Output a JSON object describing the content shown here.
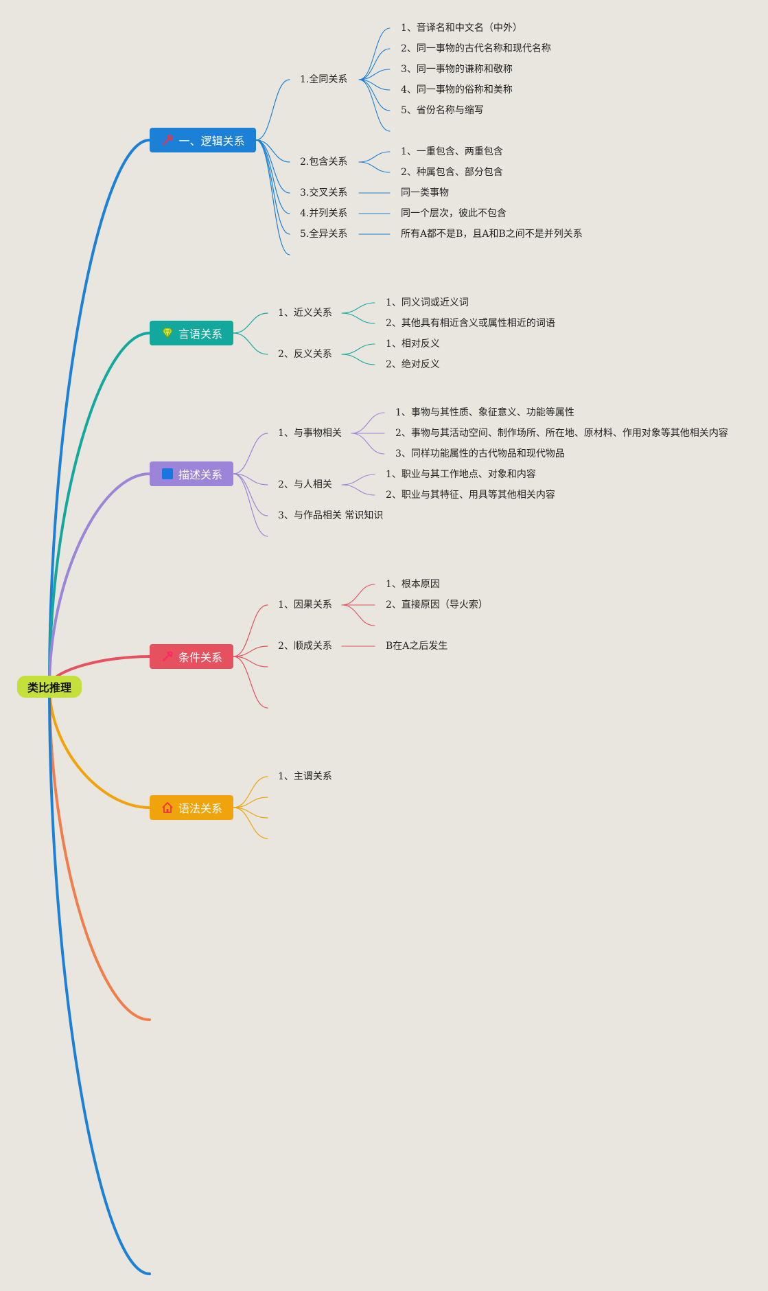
{
  "root": {
    "label": "类比推理",
    "color": "#c5e03a"
  },
  "categories": [
    {
      "label": "一、逻辑关系",
      "icon": "tools-icon",
      "color": "#1b80d6",
      "children": [
        {
          "label": "1.全同关系",
          "children": [
            "1、音译名和中文名（中外）",
            "2、同一事物的古代名称和现代名称",
            "3、同一事物的谦称和敬称",
            "4、同一事物的俗称和美称",
            "5、省份名称与缩写"
          ]
        },
        {
          "label": "2.包含关系",
          "children": [
            "1、一重包含、两重包含",
            "2、种属包含、部分包含"
          ]
        },
        {
          "label": "3.交叉关系",
          "children": [
            "同一类事物"
          ]
        },
        {
          "label": "4.并列关系",
          "children": [
            "同一个层次，彼此不包含"
          ]
        },
        {
          "label": "5.全异关系",
          "children": [
            "所有A都不是B，且A和B之间不是并列关系"
          ]
        }
      ]
    },
    {
      "label": "言语关系",
      "icon": "diamond-icon",
      "color": "#13a89e",
      "children": [
        {
          "label": "1、近义关系",
          "children": [
            "1、同义词或近义词",
            "2、其他具有相近含义或属性相近的词语"
          ]
        },
        {
          "label": "2、反义关系",
          "children": [
            "1、相对反义",
            "2、绝对反义"
          ]
        }
      ]
    },
    {
      "label": "描述关系",
      "icon": "blue-square-icon",
      "color": "#9c84d8",
      "children": [
        {
          "label": "1、与事物相关",
          "children": [
            "1、事物与其性质、象征意义、功能等属性",
            "2、事物与其活动空间、制作场所、所在地、原材料、作用对象等其他相关内容",
            "3、同样功能属性的古代物品和现代物品"
          ]
        },
        {
          "label": "2、与人相关",
          "children": [
            "1、职业与其工作地点、对象和内容",
            "2、职业与其特征、用具等其他相关内容"
          ]
        },
        {
          "label": "3、与作品相关 常识知识",
          "children": []
        }
      ]
    },
    {
      "label": "条件关系",
      "icon": "tools-icon",
      "color": "#e5515f",
      "children": [
        {
          "label": "1、因果关系",
          "children": [
            "1、根本原因",
            "2、直接原因（导火索）"
          ]
        },
        {
          "label": "2、顺成关系",
          "children": [
            "B在A之后发生"
          ]
        }
      ]
    },
    {
      "label": "语法关系",
      "icon": "house-icon",
      "color": "#f0a30a",
      "children": [
        {
          "label": "1、主谓关系",
          "children": []
        }
      ]
    }
  ]
}
